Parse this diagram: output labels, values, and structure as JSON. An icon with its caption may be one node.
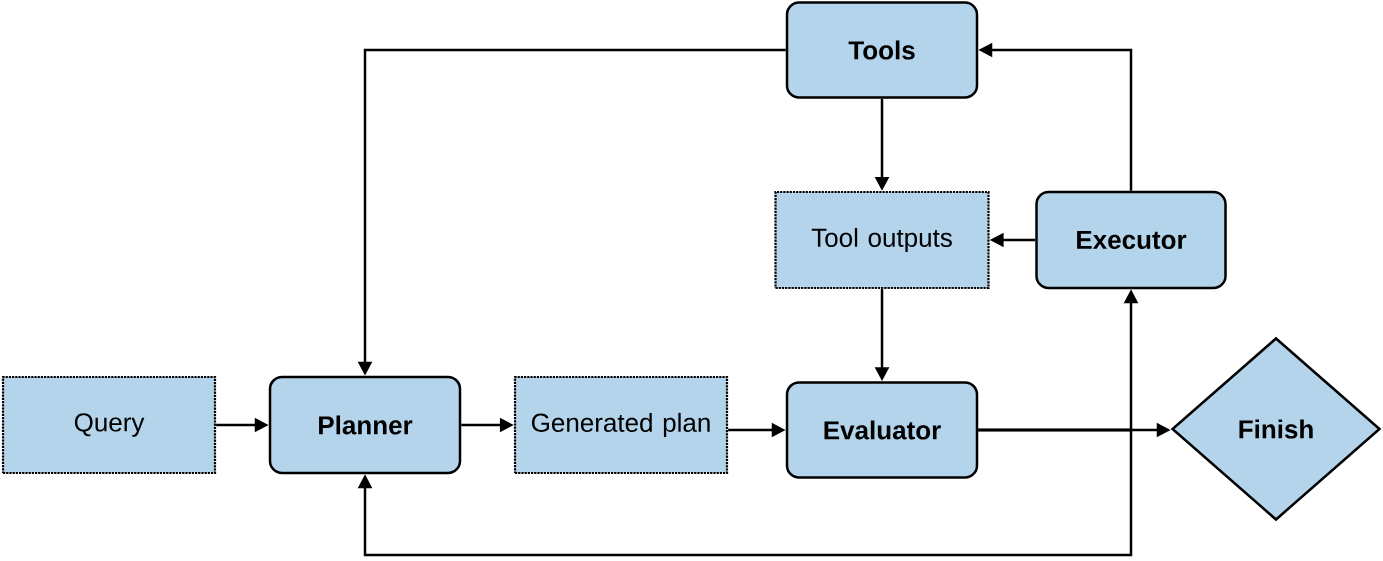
{
  "diagram": {
    "nodes": [
      {
        "text": [
          "Query"
        ]
      },
      {
        "text": [
          "Planner"
        ]
      },
      {
        "text": [
          "Generated plan"
        ]
      },
      {
        "text": [
          "Evaluator"
        ]
      },
      {
        "text": [
          "Finish"
        ]
      },
      {
        "text": [
          "Tools"
        ]
      },
      {
        "text": [
          "Tool outputs"
        ]
      },
      {
        "text": [
          "Executor"
        ]
      }
    ],
    "edges": [
      {
        "from": 0,
        "to": 1,
        "arrow": "to"
      },
      {
        "from": 1,
        "to": 2,
        "arrow": "to"
      },
      {
        "from": 2,
        "to": 3,
        "arrow": "to"
      },
      {
        "from": 3,
        "to": 4,
        "arrow": "to"
      },
      {
        "from": 5,
        "to": 1,
        "arrow": "to"
      },
      {
        "from": 5,
        "to": 6,
        "arrow": "to"
      },
      {
        "from": 6,
        "to": 3,
        "arrow": "to"
      },
      {
        "from": 7,
        "to": 6,
        "arrow": "to"
      },
      {
        "from": 7,
        "to": 5,
        "arrow": "to"
      },
      {
        "from": 3,
        "to": 7,
        "arrow": "to"
      },
      {
        "from": 3,
        "to": 1,
        "arrow": "to"
      }
    ]
  }
}
